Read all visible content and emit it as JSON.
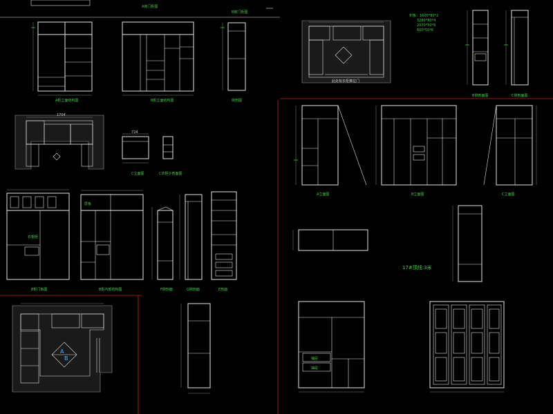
{
  "title": "CAD wardrobe elevation drawings",
  "palette": {
    "background": "#000000",
    "line": "#e6e6e6",
    "label": "#3fd23f",
    "divider": "#d21e1e",
    "hatch": "#9c9c9c"
  },
  "sections": {
    "top_left": {
      "header_a": "A房门柜图",
      "header_b": "B房门柜图",
      "view_1": "A柜立面结构图",
      "view_2": "B柜立面结构图",
      "view_3": "侧剖图"
    },
    "mid_left": {
      "view_c": "C立面图",
      "view_c_side": "C衣柜子剖面图",
      "dim_top": "1704",
      "dim_c": "724"
    },
    "lower_left": {
      "view_b_door": "B柜门板图",
      "view_b_inner": "B柜内部结构图",
      "view_f": "F侧剖面",
      "view_g": "G侧剖面",
      "view_e": "E剖面",
      "note_1": "衣帽柜",
      "note_2": "层板"
    },
    "top_right": {
      "note_sizes": [
        "封板：1600*80*2",
        "3280*80*4",
        "2070*50*6",
        "600*50*6"
      ],
      "plan_caption": "此处有衣柜推拉门",
      "view_b_section": "B侧剖面图",
      "view_c_section": "C侧剖面图"
    },
    "mid_right": {
      "view_a": "A立面图",
      "view_b": "B立面图",
      "view_c": "C立面图"
    },
    "lower_right": {
      "top_line": "17#顶线:3米",
      "note_1": "抽屉",
      "note_2": "抽屉"
    },
    "compass": {
      "a": "A",
      "b": "B"
    }
  }
}
